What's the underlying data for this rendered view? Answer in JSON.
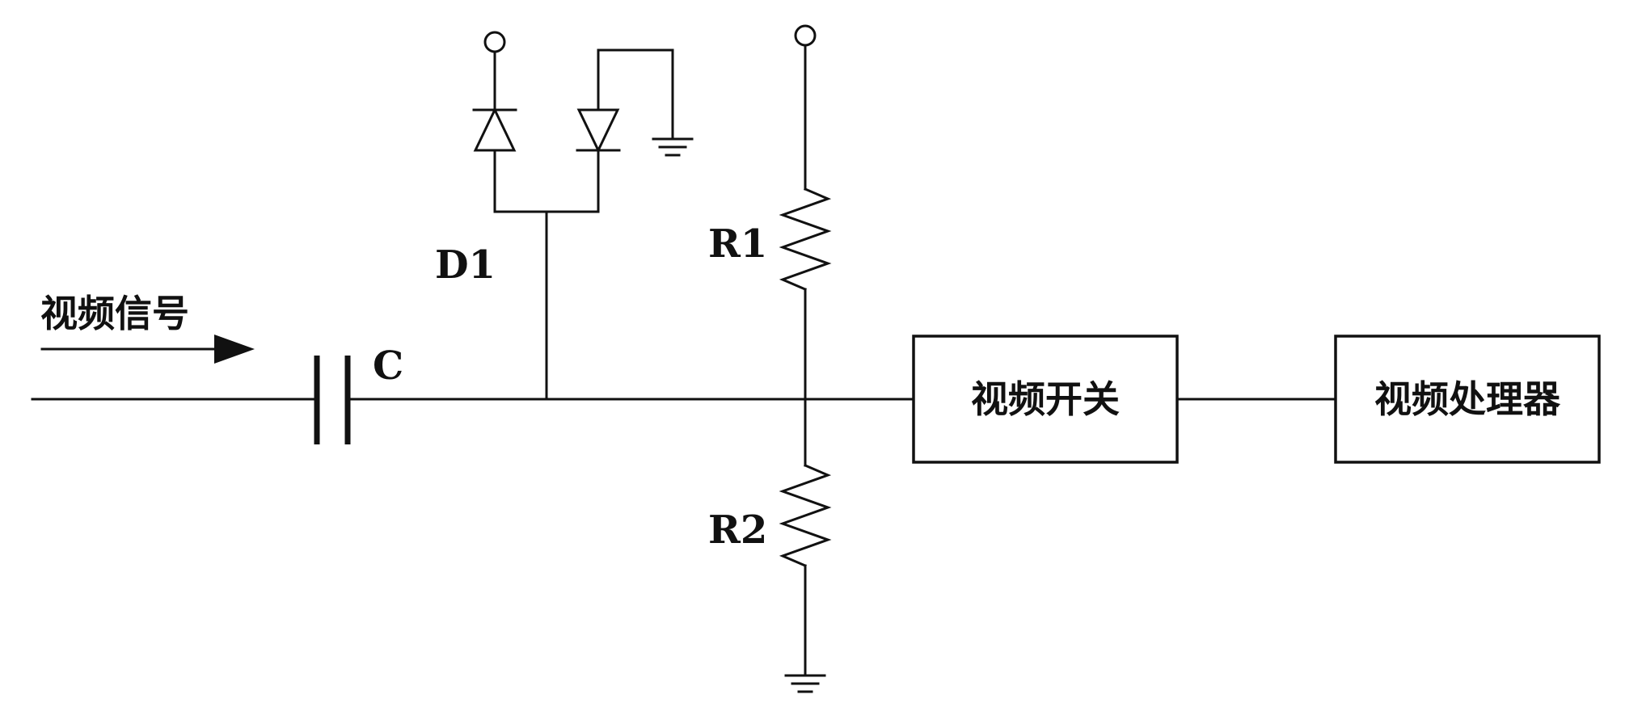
{
  "labels": {
    "input_signal": "视频信号",
    "capacitor": "C",
    "diode": "D1",
    "resistor_top": "R1",
    "resistor_bottom": "R2",
    "video_switch": "视频开关",
    "video_processor": "视频处理器"
  }
}
